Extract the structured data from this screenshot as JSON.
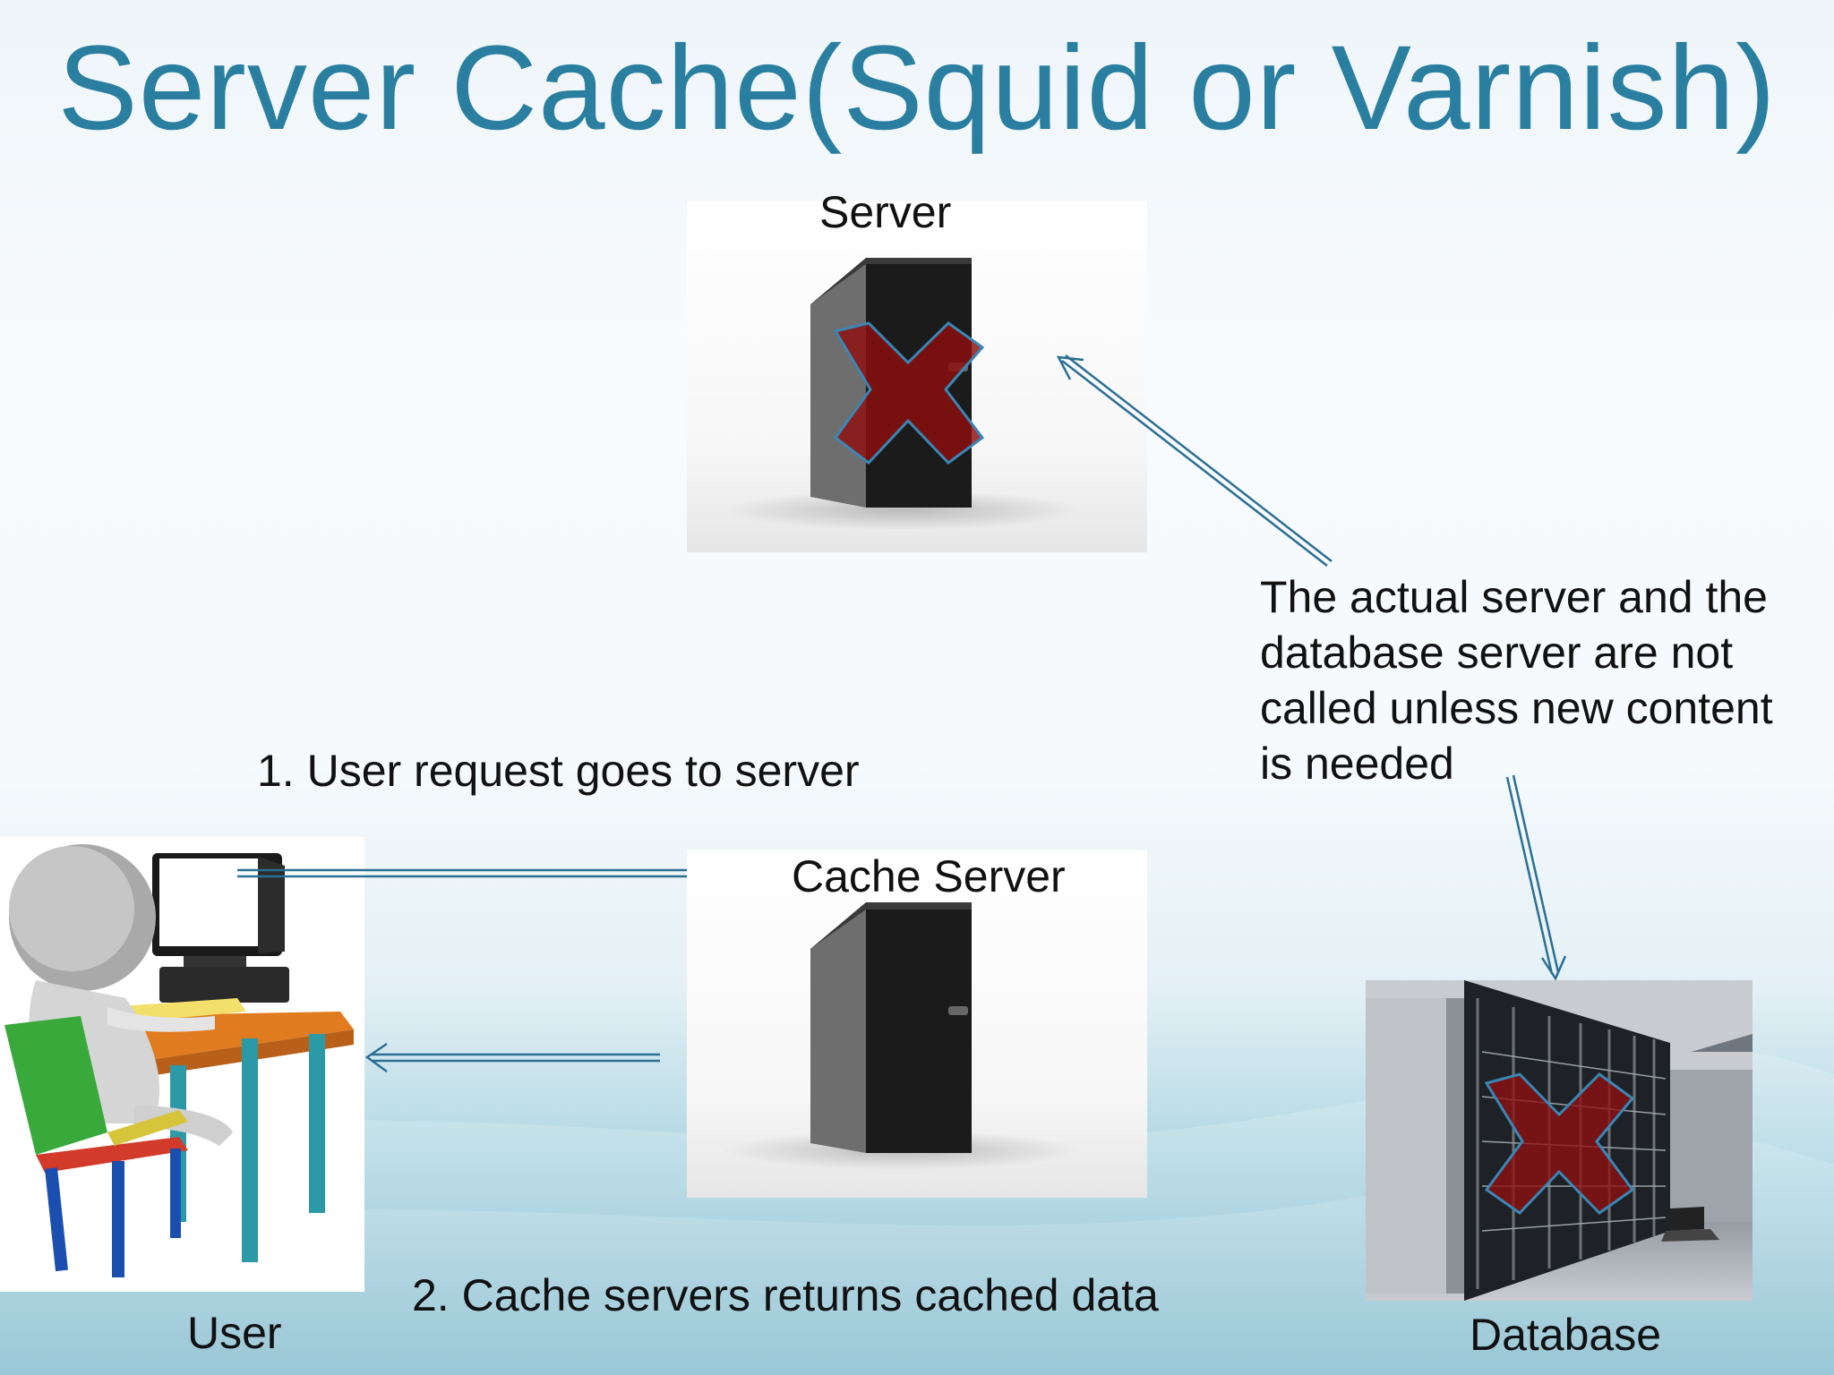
{
  "title": "Server Cache(Squid or Varnish)",
  "nodes": {
    "server": {
      "label": "Server",
      "status": "unavailable"
    },
    "cache_server": {
      "label": "Cache Server"
    },
    "user": {
      "label": "User"
    },
    "database": {
      "label": "Database",
      "status": "unavailable"
    }
  },
  "steps": {
    "request": "1. User request goes to server",
    "response": "2. Cache servers returns cached data"
  },
  "note": {
    "lines": [
      "The actual server and the",
      "database server are not",
      "called unless new content",
      "is needed"
    ]
  },
  "colors": {
    "title": "#2a7fa0",
    "arrow": "#2a6f93",
    "cross_fill": "#8f0f0f",
    "cross_stroke": "#3a86b5"
  }
}
